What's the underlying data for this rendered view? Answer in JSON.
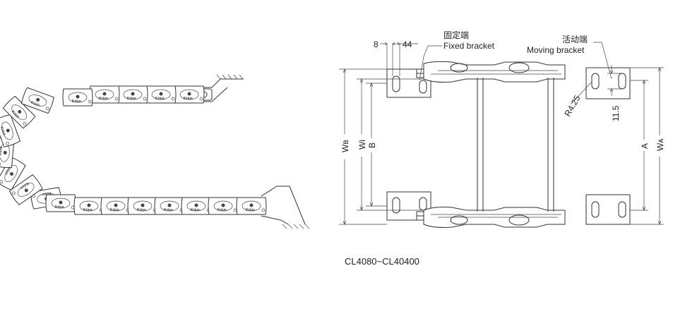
{
  "side_view": {
    "link_marking": "Krius"
  },
  "top_view": {
    "dim_8": "8",
    "dim_44": "44",
    "fixed_bracket_cn": "固定端",
    "fixed_bracket_en": "Fixed bracket",
    "moving_bracket_cn": "活动端",
    "moving_bracket_en": "Moving bracket",
    "radius": "R4.25",
    "dim_11_5": "11.5",
    "label_wb": "Wʙ",
    "label_wi": "Wi",
    "label_b": "B",
    "label_a": "A",
    "label_wa": "Wᴀ"
  },
  "caption": "CL4080~CL40400"
}
